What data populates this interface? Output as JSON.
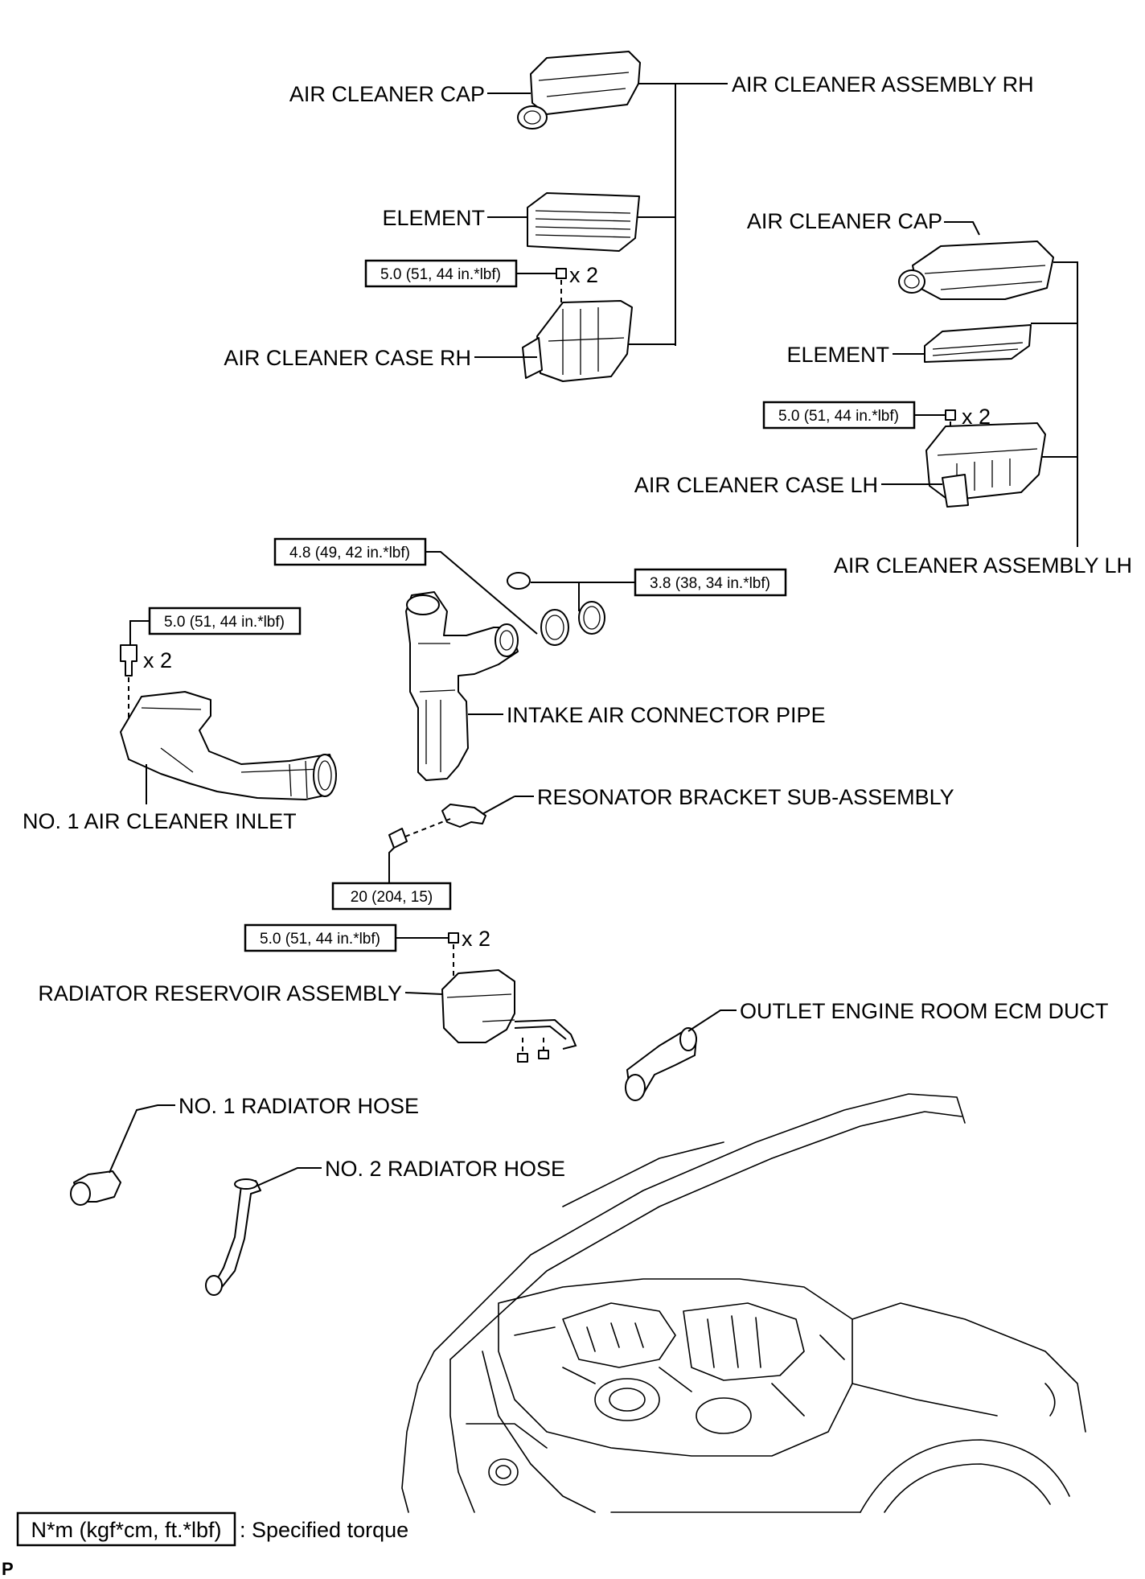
{
  "labels": {
    "air_cleaner_cap_rh": "AIR CLEANER CAP",
    "air_cleaner_assembly_rh": "AIR CLEANER ASSEMBLY RH",
    "element_rh": "ELEMENT",
    "air_cleaner_case_rh": "AIR CLEANER CASE RH",
    "air_cleaner_cap_lh": "AIR CLEANER CAP",
    "element_lh": "ELEMENT",
    "air_cleaner_case_lh": "AIR CLEANER CASE LH",
    "air_cleaner_assembly_lh": "AIR CLEANER ASSEMBLY LH",
    "intake_air_connector_pipe": "INTAKE AIR CONNECTOR PIPE",
    "no1_air_cleaner_inlet": "NO. 1 AIR CLEANER INLET",
    "resonator_bracket": "RESONATOR BRACKET SUB-ASSEMBLY",
    "radiator_reservoir": "RADIATOR RESERVOIR ASSEMBLY",
    "outlet_ecm_duct": "OUTLET ENGINE ROOM ECM DUCT",
    "no1_radiator_hose": "NO. 1 RADIATOR HOSE",
    "no2_radiator_hose": "NO. 2 RADIATOR HOSE"
  },
  "torques": {
    "rh_case_nut": "5.0 (51, 44 in.*lbf)",
    "lh_case_nut": "5.0 (51, 44 in.*lbf)",
    "pipe_clamp_a": "4.8 (49, 42 in.*lbf)",
    "pipe_clamp_b": "3.8 (38, 34 in.*lbf)",
    "inlet_bolt": "5.0 (51, 44 in.*lbf)",
    "resonator_bolt": "20 (204, 15)",
    "reservoir_bolt": "5.0 (51, 44 in.*lbf)"
  },
  "quantities": {
    "rh_case_nut": "x 2",
    "lh_case_nut": "x 2",
    "inlet_bolt": "x 2",
    "reservoir_bolt": "x 2"
  },
  "legend": {
    "box_text": "N*m (kgf*cm, ft.*lbf)",
    "description": ": Specified torque"
  },
  "corner_mark": "P"
}
